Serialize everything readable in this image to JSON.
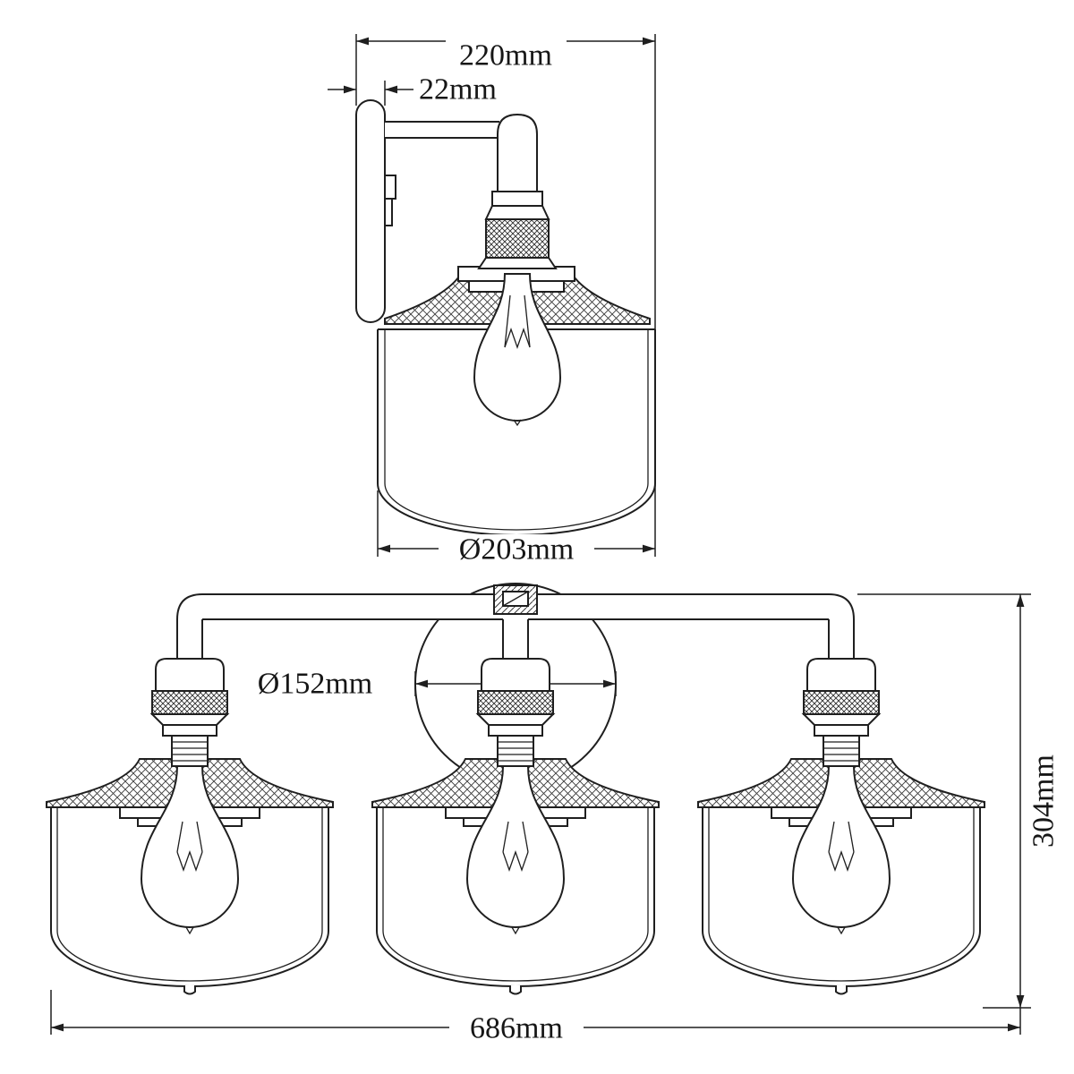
{
  "colors": {
    "line": "#1f1f1f",
    "background": "#ffffff"
  },
  "annotations": {
    "side_width": "220mm",
    "side_backplate_depth": "22mm",
    "side_shade_diameter": "Ø203mm",
    "front_backplate_diameter": "Ø152mm",
    "front_height": "304mm",
    "front_width": "686mm"
  }
}
